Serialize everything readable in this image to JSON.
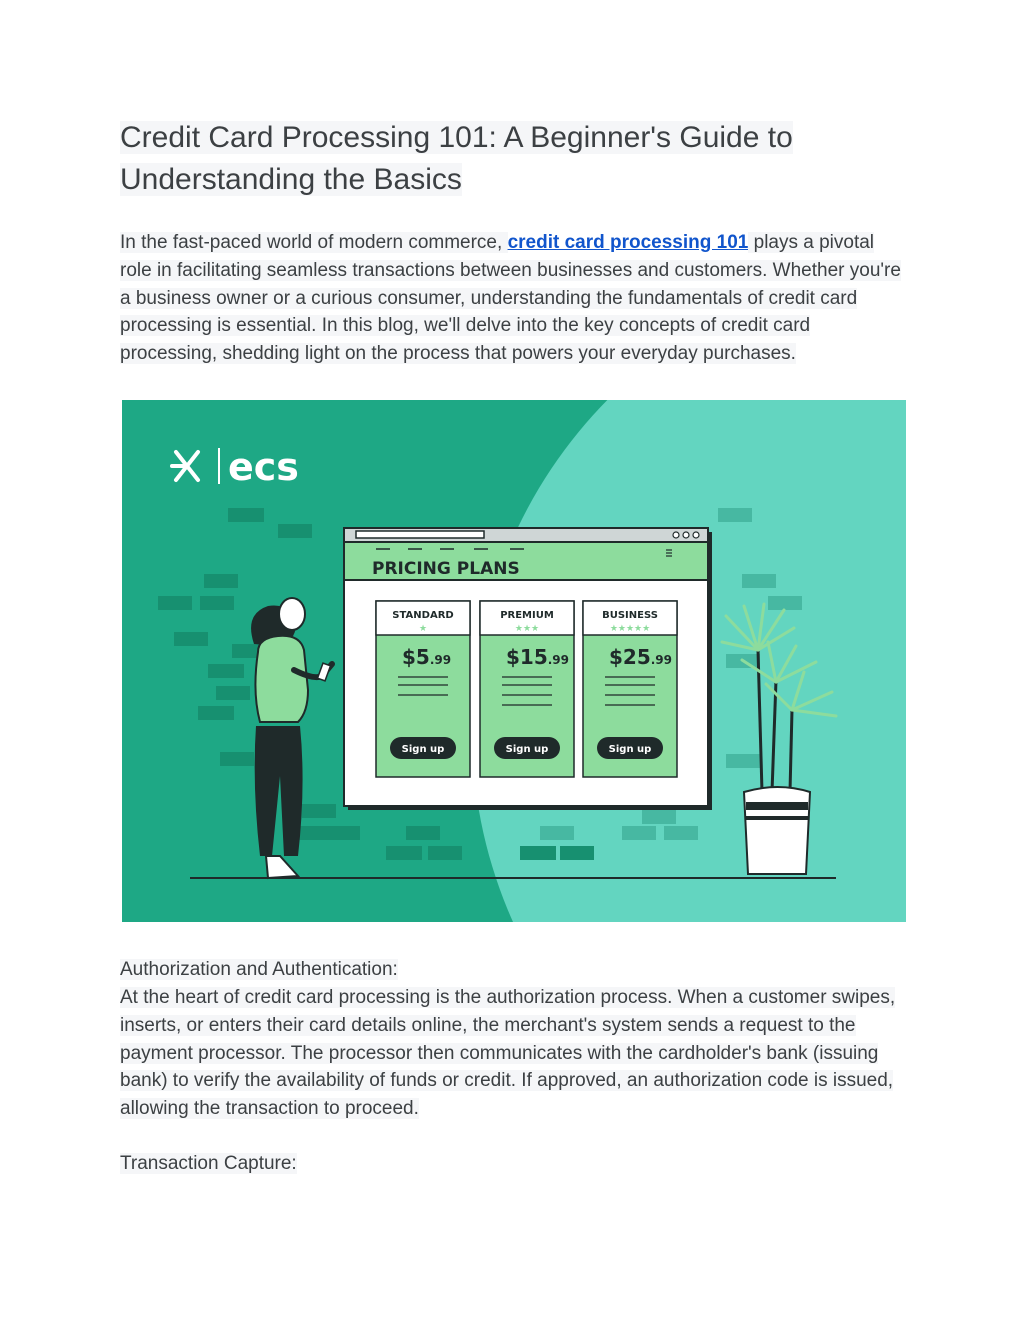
{
  "article": {
    "title": "Credit Card Processing 101: A Beginner's Guide to Understanding the Basics",
    "intro": {
      "before_link": "In the fast-paced world of modern commerce, ",
      "link_text": "credit card processing 101",
      "after_link": " plays a pivotal role in facilitating seamless transactions between businesses and customers. Whether you're a business owner or a curious consumer, understanding the fundamentals of credit card processing is essential. In this blog, we'll delve into the key concepts of credit card processing, shedding light on the process that powers your everyday purchases."
    },
    "section1": {
      "heading": "Authorization and Authentication:",
      "body": "At the heart of credit card processing is the authorization process. When a customer swipes, inserts, or enters their card details online, the merchant's system sends a request to the payment processor. The processor then communicates with the cardholder's bank (issuing bank) to verify the availability of funds or credit. If approved, an authorization code is issued, allowing the transaction to proceed."
    },
    "section2": {
      "heading": "Transaction Capture:"
    }
  },
  "illustration": {
    "logo_text": "ecs",
    "panel_title": "PRICING PLANS",
    "plans": [
      {
        "name": "STANDARD",
        "stars": "★",
        "price_main": "$5",
        "price_cents": ".99",
        "button": "Sign up"
      },
      {
        "name": "PREMIUM",
        "stars": "★★★",
        "price_main": "$15",
        "price_cents": ".99",
        "button": "Sign up"
      },
      {
        "name": "BUSINESS",
        "stars": "★★★★★",
        "price_main": "$25",
        "price_cents": ".99",
        "button": "Sign up"
      }
    ],
    "colors": {
      "background": "#1ea885",
      "light_circle": "#63d5c0",
      "panel_green": "#8ddc9d",
      "dark": "#1f2a2a",
      "link": "#1155cc"
    }
  }
}
